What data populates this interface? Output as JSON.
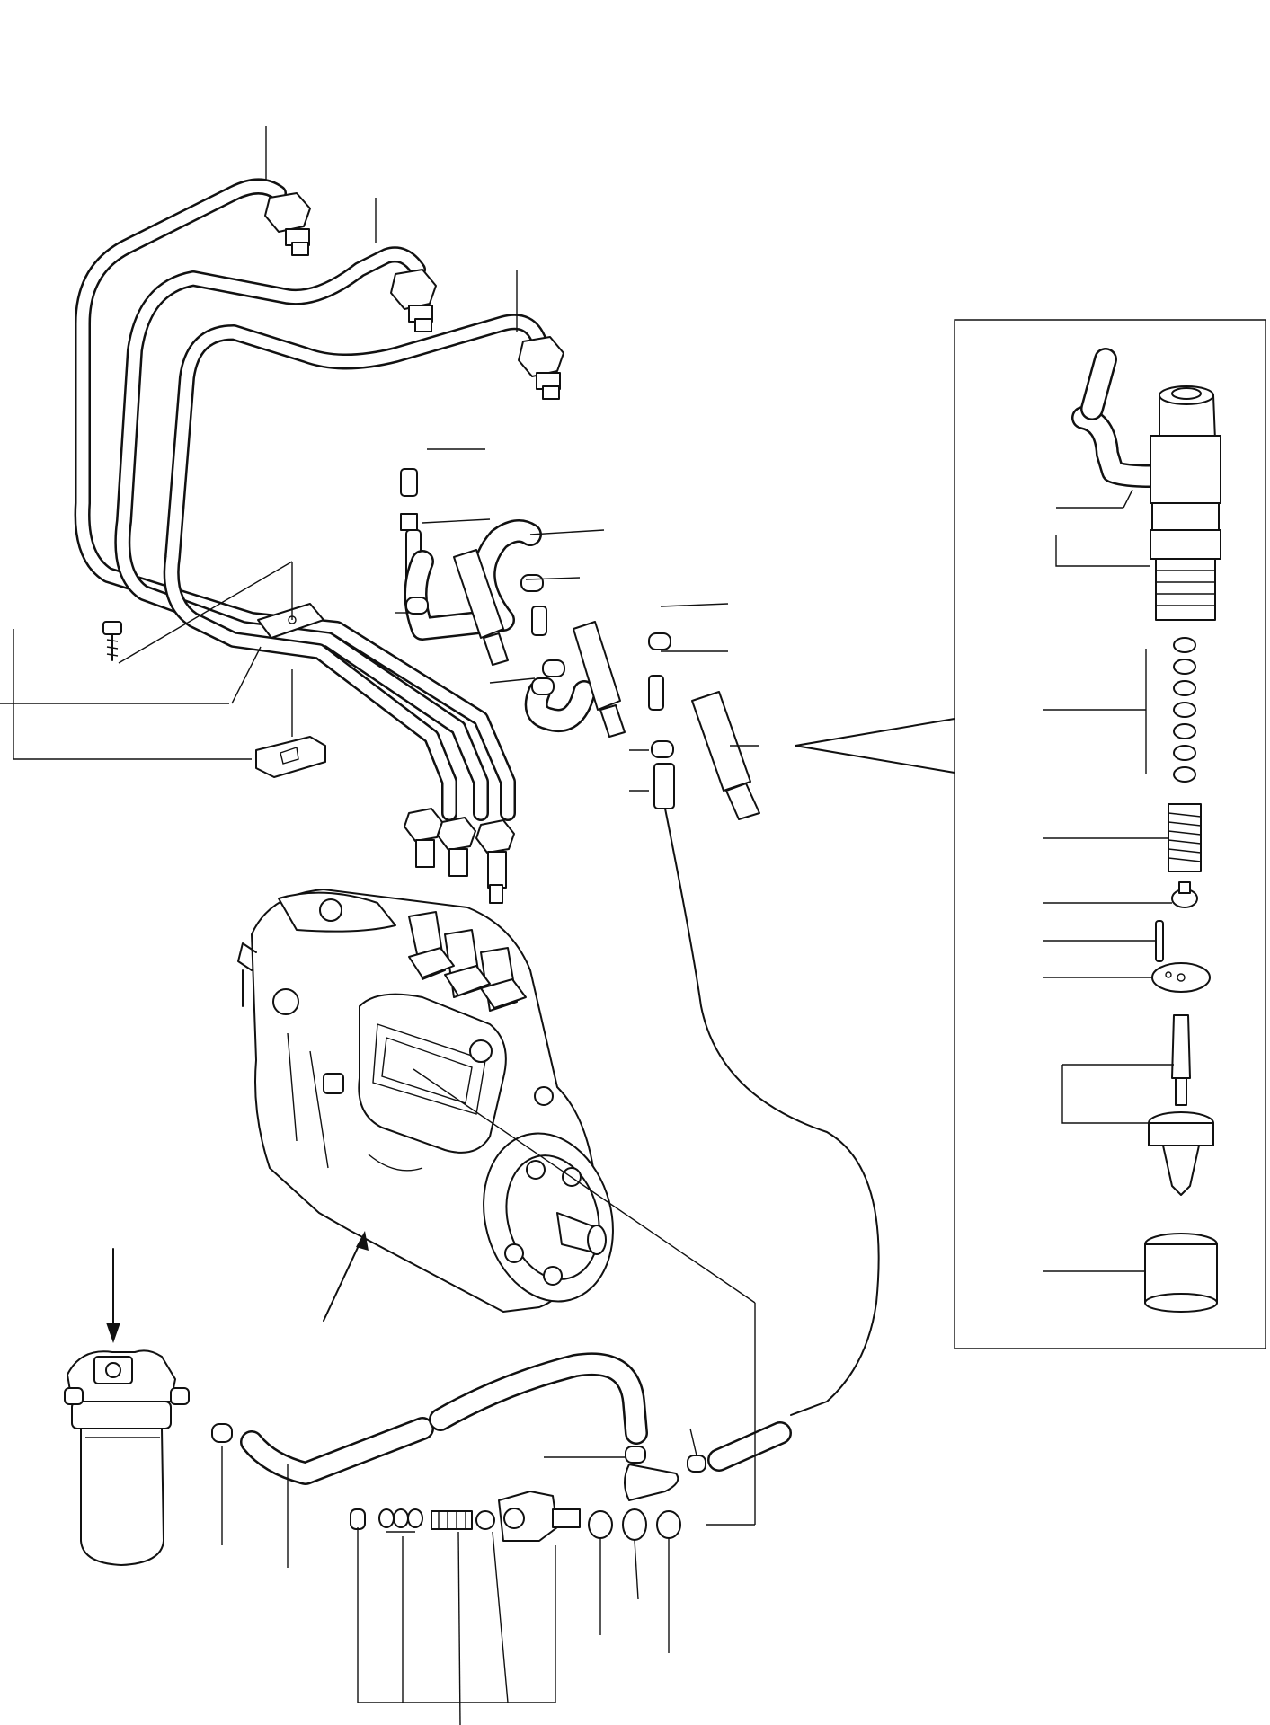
{
  "figure": {
    "icons": [
      "injection-pump",
      "injection-pipe",
      "pipe-clamp",
      "clamp-bolt",
      "injector-nozzle",
      "fuel-filter",
      "fuel-hose",
      "hose-clip",
      "washer",
      "eye-joint",
      "overflow-valve",
      "spring",
      "detail-view-frame"
    ],
    "line_color": "#111111",
    "background": "#ffffff"
  }
}
